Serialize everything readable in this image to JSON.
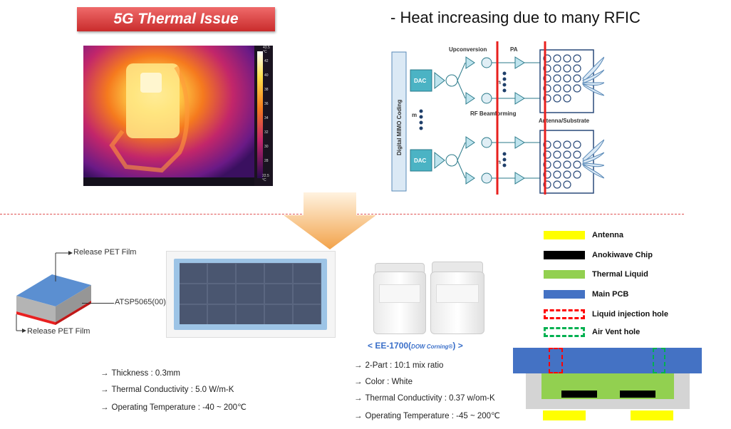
{
  "banner": {
    "title": "5G Thermal  Issue"
  },
  "heading": {
    "text": "- Heat increasing due to many RFIC"
  },
  "thermal_image": {
    "scale_top": "43.5 °C",
    "scale_bottom": "22.5 °C",
    "scale_ticks": [
      "42",
      "40",
      "38",
      "36",
      "34",
      "32",
      "30",
      "28"
    ]
  },
  "diagram": {
    "dmc_label": "Digital MIMO Coding",
    "dac_label": "DAC",
    "upconversion": "Upconversion",
    "pa": "PA",
    "rf_beamforming": "RF Beamforming",
    "antenna_substrate": "Antenna/Substrate",
    "m_label": "m",
    "n_label": "n"
  },
  "film": {
    "top_label": "Release PET Film",
    "mid_label": "ATSP5065(00)",
    "bottom_label": "Release PET Film"
  },
  "film_specs": [
    "Thickness : 0.3mm",
    "Thermal Conductivity : 5.0 W/m-K",
    "Operating Temperature : -40 ~ 200℃"
  ],
  "ee_product": {
    "name": "< EE-1700(",
    "maker": "DOW Corning®",
    "suffix": ") >"
  },
  "ee_specs": [
    "2-Part : 10:1 mix ratio",
    "Color : White",
    "Thermal Conductivity : 0.37 w/om-K",
    "Operating Temperature : -45 ~ 200℃"
  ],
  "legend": [
    {
      "label": "Antenna",
      "color": "#ffff00",
      "style": "solid"
    },
    {
      "label": "Anokiwave Chip",
      "color": "#000000",
      "style": "solid"
    },
    {
      "label": "Thermal Liquid",
      "color": "#92d050",
      "style": "solid"
    },
    {
      "label": "Main PCB",
      "color": "#4472c4",
      "style": "solid"
    },
    {
      "label": "Liquid injection hole",
      "color": "#ff0000",
      "style": "dashed"
    },
    {
      "label": "Air Vent  hole",
      "color": "#00b050",
      "style": "dashed"
    }
  ],
  "colors": {
    "banner_red": "#d93a3a",
    "highlight_red": "#e8201e",
    "pcb_blue": "#4472c4",
    "liquid_green": "#92d050",
    "antenna_yellow": "#ffff00"
  }
}
